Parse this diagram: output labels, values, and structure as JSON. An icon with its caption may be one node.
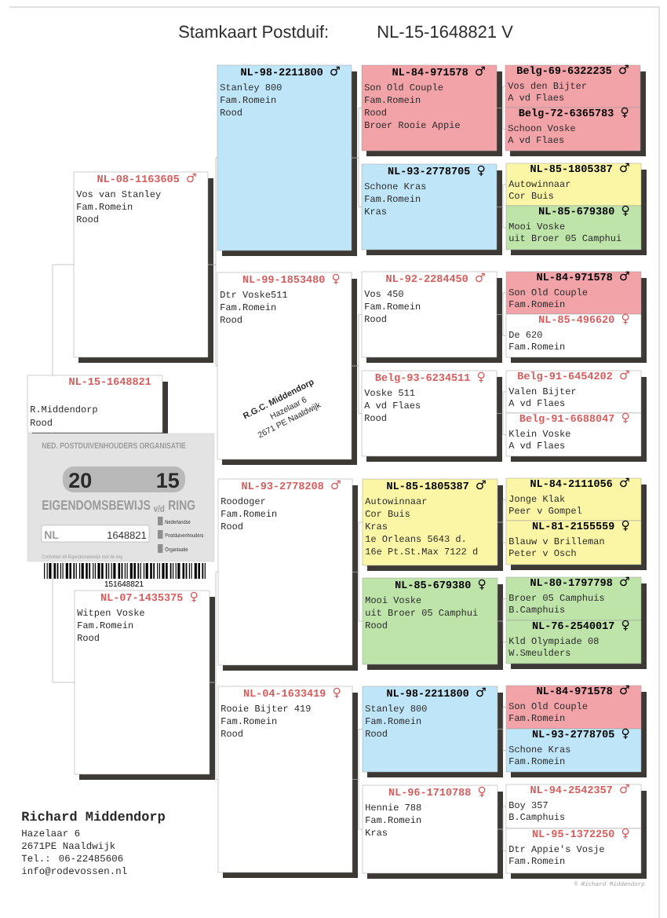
{
  "diagram": {
    "title": "Stamkaart Postduif:",
    "nodes": [
      {
        "text": [
          "NL-15-1648821",
          "R.Middendorp",
          "Rood"
        ]
      },
      {
        "text": [
          "NL-08-1163605 ♂",
          "Vos van Stanley",
          "Fam.Romein",
          "Rood"
        ]
      },
      {
        "text": [
          "NL-07-1435375 ♀",
          "Witpen Voske",
          "Fam.Romein",
          "Rood"
        ]
      },
      {
        "text": [
          "NL-98-2211800 ♂",
          "Stanley 800",
          "Fam.Romein",
          "Rood"
        ]
      },
      {
        "text": [
          "NL-99-1853480 ♀",
          "Dtr Voske511",
          "Fam.Romein",
          "Rood"
        ]
      },
      {
        "text": [
          "NL-93-2778208 ♂",
          "Roodoger",
          "Fam.Romein",
          "Rood"
        ]
      },
      {
        "text": [
          "NL-04-1633419 ♀",
          "Rooie Bijter 419",
          "Fam.Romein",
          "Rood"
        ]
      },
      {
        "text": [
          "NL-84-971578 ♂",
          "Son Old Couple",
          "Fam.Romein",
          "Rood",
          "Broer Rooie Appie"
        ]
      },
      {
        "text": [
          "NL-93-2778705 ♀",
          "Schone Kras",
          "Fam.Romein",
          "Kras"
        ]
      },
      {
        "text": [
          "NL-92-2284450 ♂",
          "Vos 450",
          "Fam.Romein",
          "Rood"
        ]
      },
      {
        "text": [
          "Belg-93-6234511 ♀",
          "Voske 511",
          "A vd Flaes",
          "Rood"
        ]
      },
      {
        "text": [
          "NL-85-1805387 ♂",
          "Autowinnaar",
          "Cor Buis",
          "Kras",
          "1e Orleans 5643 d.",
          "16e Pt.St.Max 7122 d"
        ]
      },
      {
        "text": [
          "NL-85-679380 ♀",
          "Mooi Voske",
          "uit Broer 05 Camphui",
          "Rood"
        ]
      },
      {
        "text": [
          "NL-98-2211800 ♂",
          "Stanley 800",
          "Fam.Romein",
          "Rood"
        ]
      },
      {
        "text": [
          "NL-96-1710788 ♀",
          "Hennie 788",
          "Fam.Romein",
          "Kras"
        ]
      },
      {
        "text": [
          "Belg-69-6322235 ♂",
          "Vos den Bijter",
          "A vd Flaes"
        ]
      },
      {
        "text": [
          "Belg-72-6365783 ♀",
          "Schoon Voske",
          "A vd Flaes"
        ]
      },
      {
        "text": [
          "NL-85-1805387 ♂",
          "Autowinnaar",
          "Cor Buis"
        ]
      },
      {
        "text": [
          "NL-85-679380 ♀",
          "Mooi Voske",
          "uit Broer 05 Camphui"
        ]
      },
      {
        "text": [
          "NL-84-971578 ♂",
          "Son Old Couple",
          "Fam.Romein"
        ]
      },
      {
        "text": [
          "NL-85-496620 ♀",
          "De 620",
          "Fam.Romein"
        ]
      },
      {
        "text": [
          "Belg-91-6454202 ♂",
          "Valen Bijter",
          "A vd Flaes"
        ]
      },
      {
        "text": [
          "Belg-91-6688047 ♀",
          "Klein Voske",
          "A vd Flaes"
        ]
      },
      {
        "text": [
          "NL-84-2111056 ♂",
          "Jonge Klak",
          "Peer v Gompel"
        ]
      },
      {
        "text": [
          "NL-81-2155559 ♀",
          "Blauw v Brilleman",
          "Peter v Osch"
        ]
      },
      {
        "text": [
          "NL-80-1797798 ♂",
          "Broer 05 Camphuis",
          "B.Camphuis"
        ]
      },
      {
        "text": [
          "NL-76-2540017 ♀",
          "Kld Olympiade 08",
          "W.Smeulders"
        ]
      },
      {
        "text": [
          "NL-84-971578 ♂",
          "Son Old Couple",
          "Fam.Romein"
        ]
      },
      {
        "text": [
          "NL-93-2778705 ♀",
          "Schone Kras",
          "Fam.Romein"
        ]
      },
      {
        "text": [
          "NL-94-2542357 ♂",
          "Boy 357",
          "B.Camphuis"
        ]
      },
      {
        "text": [
          "NL-95-1372250 ♀",
          "Dtr Appie's Vosje",
          "Fam.Romein"
        ]
      }
    ],
    "edges": [
      {
        "from": 0,
        "to": 1,
        "arrow": "none"
      },
      {
        "from": 0,
        "to": 2,
        "arrow": "none"
      },
      {
        "from": 1,
        "to": 3,
        "arrow": "none"
      },
      {
        "from": 1,
        "to": 4,
        "arrow": "none"
      },
      {
        "from": 2,
        "to": 5,
        "arrow": "none"
      },
      {
        "from": 2,
        "to": 6,
        "arrow": "none"
      },
      {
        "from": 3,
        "to": 7,
        "arrow": "none"
      },
      {
        "from": 3,
        "to": 8,
        "arrow": "none"
      },
      {
        "from": 4,
        "to": 9,
        "arrow": "none"
      },
      {
        "from": 4,
        "to": 10,
        "arrow": "none"
      },
      {
        "from": 5,
        "to": 11,
        "arrow": "none"
      },
      {
        "from": 5,
        "to": 12,
        "arrow": "none"
      },
      {
        "from": 6,
        "to": 13,
        "arrow": "none"
      },
      {
        "from": 6,
        "to": 14,
        "arrow": "none"
      },
      {
        "from": 7,
        "to": 15,
        "arrow": "none"
      },
      {
        "from": 7,
        "to": 16,
        "arrow": "none"
      },
      {
        "from": 8,
        "to": 17,
        "arrow": "none"
      },
      {
        "from": 8,
        "to": 18,
        "arrow": "none"
      },
      {
        "from": 9,
        "to": 19,
        "arrow": "none"
      },
      {
        "from": 9,
        "to": 20,
        "arrow": "none"
      },
      {
        "from": 10,
        "to": 21,
        "arrow": "none"
      },
      {
        "from": 10,
        "to": 22,
        "arrow": "none"
      },
      {
        "from": 11,
        "to": 23,
        "arrow": "none"
      },
      {
        "from": 11,
        "to": 24,
        "arrow": "none"
      },
      {
        "from": 12,
        "to": 25,
        "arrow": "none"
      },
      {
        "from": 12,
        "to": 26,
        "arrow": "none"
      },
      {
        "from": 13,
        "to": 27,
        "arrow": "none"
      },
      {
        "from": 13,
        "to": 28,
        "arrow": "none"
      },
      {
        "from": 14,
        "to": 29,
        "arrow": "none"
      },
      {
        "from": 14,
        "to": 30,
        "arrow": "none"
      }
    ],
    "labels": [
      "NL-15-1648821 V",
      "NED. POSTDUIVENHOUDERS ORGANISATIE",
      "20",
      "15",
      "EIGENDOMSBEWIJS $_{v/d}$ RING",
      "NL",
      "1648821",
      "Nederlandse",
      "Postduivenhouders",
      "Organisatie",
      "Controleer dit Eigendomsbewijs met de ring",
      "151648821",
      "R.G.C. Middendorp",
      "Hazelaar 6",
      "2671 PE Naaldwijk",
      "Richard Middendorp",
      "Hazelaar 6",
      "2671PE Naaldwijk",
      "Tel.: 06-22485606",
      "info@rodevossen.nl",
      "© Richard Middendorp"
    ]
  }
}
